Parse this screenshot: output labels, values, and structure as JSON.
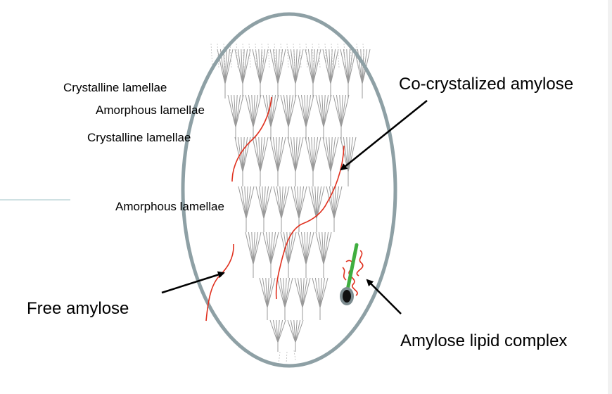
{
  "diagram": {
    "labels": {
      "crystalline_1": "Crystalline lamellae",
      "amorphous_1": "Amorphous lamellae",
      "crystalline_2": "Crystalline lamellae",
      "amorphous_2": "Amorphous lamellae",
      "co_crystalized": "Co-crystalized amylose",
      "free_amylose": "Free amylose",
      "lipid_complex": "Amylose lipid complex"
    },
    "colors": {
      "ellipse_stroke": "#8ea0a5",
      "amylose_chain": "#e0301e",
      "lipid_rod": "#3fae3f",
      "lipid_head": "#111111",
      "cluster_lines": "#9a9a9a",
      "accent_line": "#cfe1e3"
    }
  }
}
